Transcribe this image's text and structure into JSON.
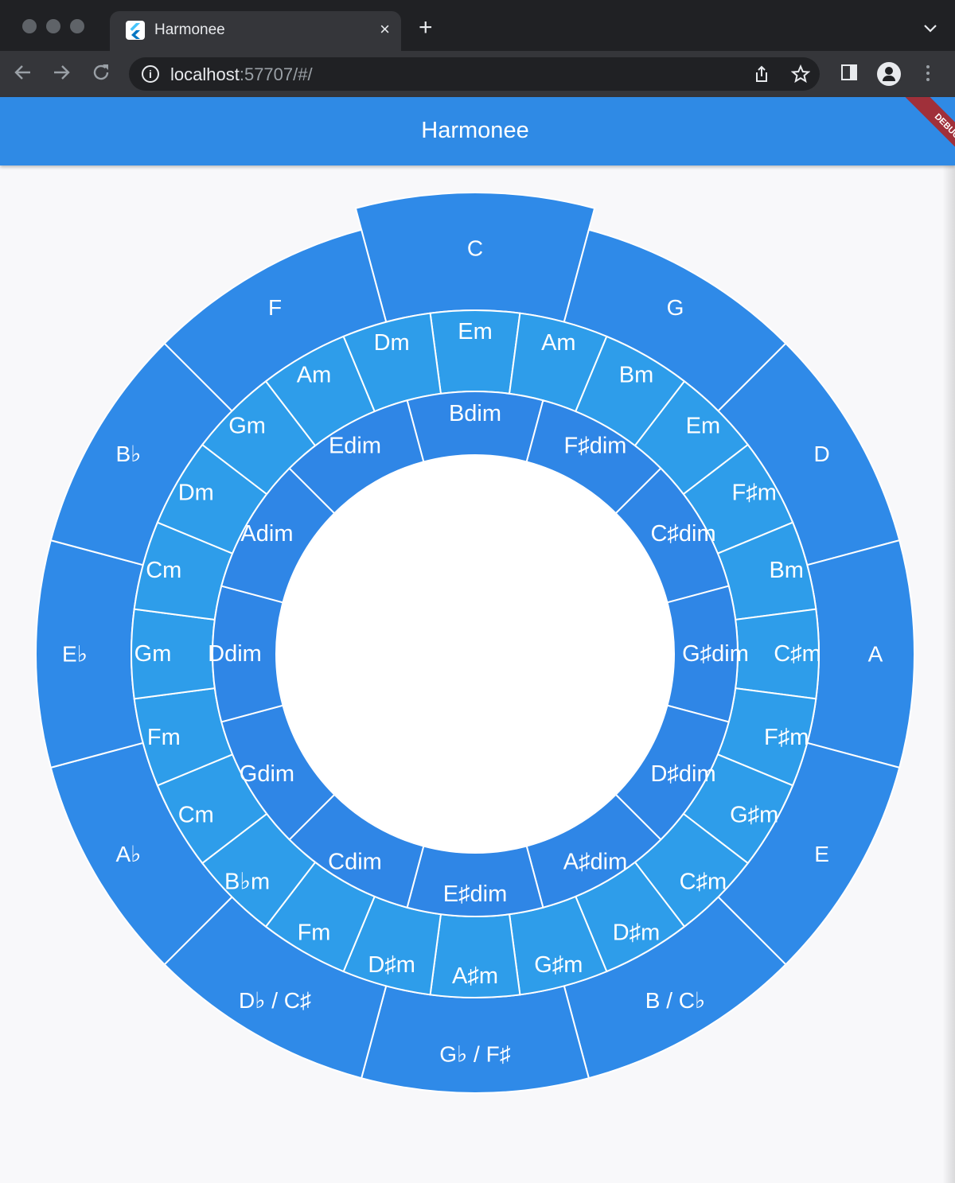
{
  "browser": {
    "tab_title": "Harmonee",
    "tab_close": "×",
    "new_tab": "+",
    "url_host": "localhost",
    "url_rest": ":57707/#/"
  },
  "app": {
    "title": "Harmonee",
    "debug_banner": "DEBUG"
  },
  "wheel": {
    "selected_index": 0,
    "outer": [
      "C",
      "G",
      "D",
      "A",
      "E",
      "B / C♭",
      "G♭ / F♯",
      "D♭ / C♯",
      "A♭",
      "E♭",
      "B♭",
      "F"
    ],
    "middle": [
      "Em",
      "Am",
      "Bm",
      "Em",
      "F♯m",
      "Bm",
      "C♯m",
      "F♯m",
      "G♯m",
      "C♯m",
      "D♯m",
      "G♯m",
      "A♯m",
      "D♯m",
      "Fm",
      "B♭m",
      "Cm",
      "Fm",
      "Gm",
      "Cm",
      "Dm",
      "Gm",
      "Am",
      "Dm"
    ],
    "inner": [
      "Bdim",
      "F♯dim",
      "C♯dim",
      "G♯dim",
      "D♯dim",
      "A♯dim",
      "E♯dim",
      "Cdim",
      "Gdim",
      "Ddim",
      "Adim",
      "Edim"
    ]
  }
}
